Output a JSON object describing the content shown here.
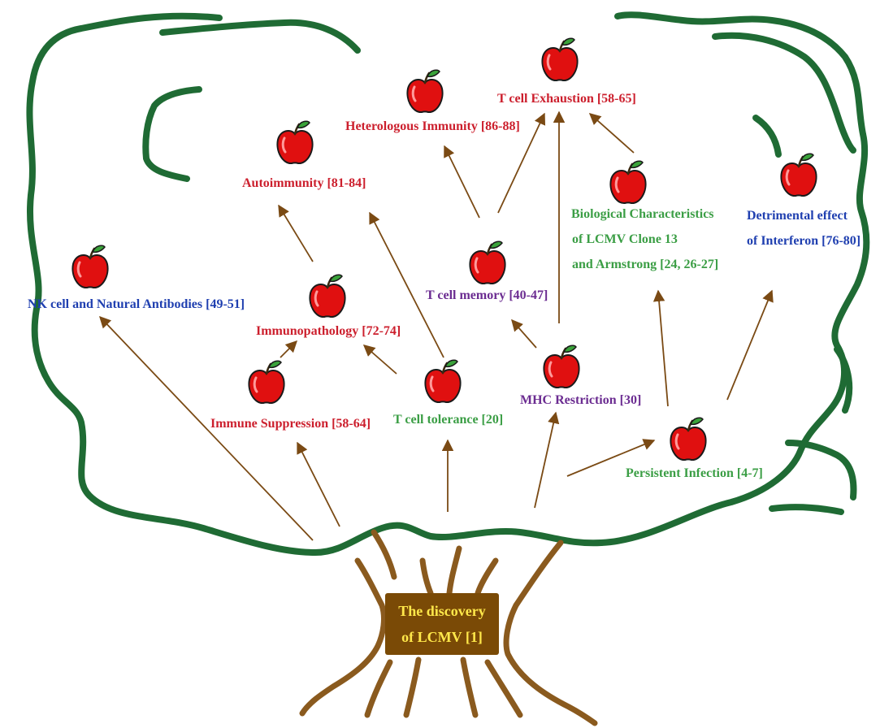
{
  "colors": {
    "canopy": "#1f6b34",
    "trunk": "#8a5a1e",
    "arrow": "#7a4a14",
    "red_label": "#cc1f2d",
    "green_label": "#3b9e45",
    "blue_label": "#1f3fb0",
    "purple_label": "#6b2c91",
    "apple": "#e01010",
    "root_box": "#7a4a06",
    "root_text": "#ffe84a"
  },
  "root": {
    "line1": "The discovery",
    "line2": "of LCMV [1]"
  },
  "nodes": {
    "t_cell_exhaustion": {
      "label": "T cell Exhaustion [58-65]",
      "icon": "apple-icon"
    },
    "heterologous_immunity": {
      "label": "Heterologous Immunity [86-88]",
      "icon": "apple-icon"
    },
    "autoimmunity": {
      "label": "Autoimmunity [81-84]",
      "icon": "apple-icon"
    },
    "biological_characteristics": {
      "line1": "Biological Characteristics",
      "line2": "of LCMV Clone 13",
      "line3": "and Armstrong [24, 26-27]",
      "icon": "apple-icon"
    },
    "detrimental_effect": {
      "line1": "Detrimental effect",
      "line2": "of Interferon [76-80]",
      "icon": "apple-icon"
    },
    "nk_cell": {
      "label": "NK cell and Natural Antibodies [49-51]",
      "icon": "apple-icon"
    },
    "t_cell_memory": {
      "label": "T cell memory [40-47]",
      "icon": "apple-icon"
    },
    "immunopathology": {
      "label": "Immunopathology [72-74]",
      "icon": "apple-icon"
    },
    "immune_suppression": {
      "label": "Immune Suppression [58-64]",
      "icon": "apple-icon"
    },
    "t_cell_tolerance": {
      "label": "T cell tolerance [20]",
      "icon": "apple-icon"
    },
    "mhc_restriction": {
      "label": "MHC Restriction [30]",
      "icon": "apple-icon"
    },
    "persistent_infection": {
      "label": "Persistent Infection [4-7]",
      "icon": "apple-icon"
    }
  }
}
